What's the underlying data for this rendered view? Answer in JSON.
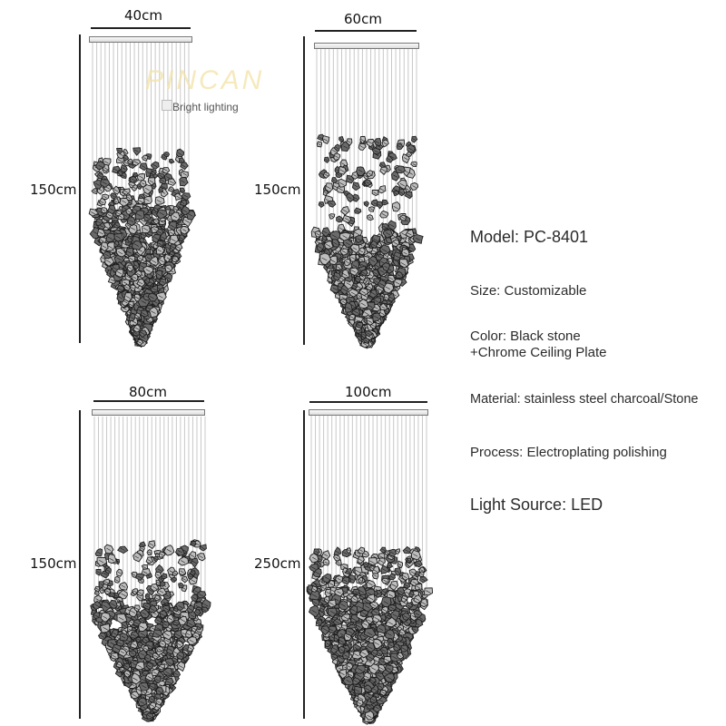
{
  "watermark": {
    "brand": "PINCAN",
    "tagline": "Bright lighting",
    "color": "#f3e2a6"
  },
  "diagrams": [
    {
      "id": "d40",
      "width_label": "40cm",
      "height_label": "150cm"
    },
    {
      "id": "d60",
      "width_label": "60cm",
      "height_label": "150cm"
    },
    {
      "id": "d80",
      "width_label": "80cm",
      "height_label": "150cm"
    },
    {
      "id": "d100",
      "width_label": "100cm",
      "height_label": "250cm"
    }
  ],
  "specs": {
    "model": "Model: PC-8401",
    "size": "Size: Customizable",
    "color_line1": "Color: Black stone",
    "color_line2": "+Chrome  Ceiling Plate",
    "material": "Material: stainless steel charcoal/Stone",
    "process": "Process: Electroplating polishing",
    "light_source": "Light Source: LED"
  },
  "colors": {
    "line": "#222222",
    "stone_stroke": "#1e1e1e",
    "wire": "#c8c8c8",
    "text": "#2b2b2b"
  }
}
